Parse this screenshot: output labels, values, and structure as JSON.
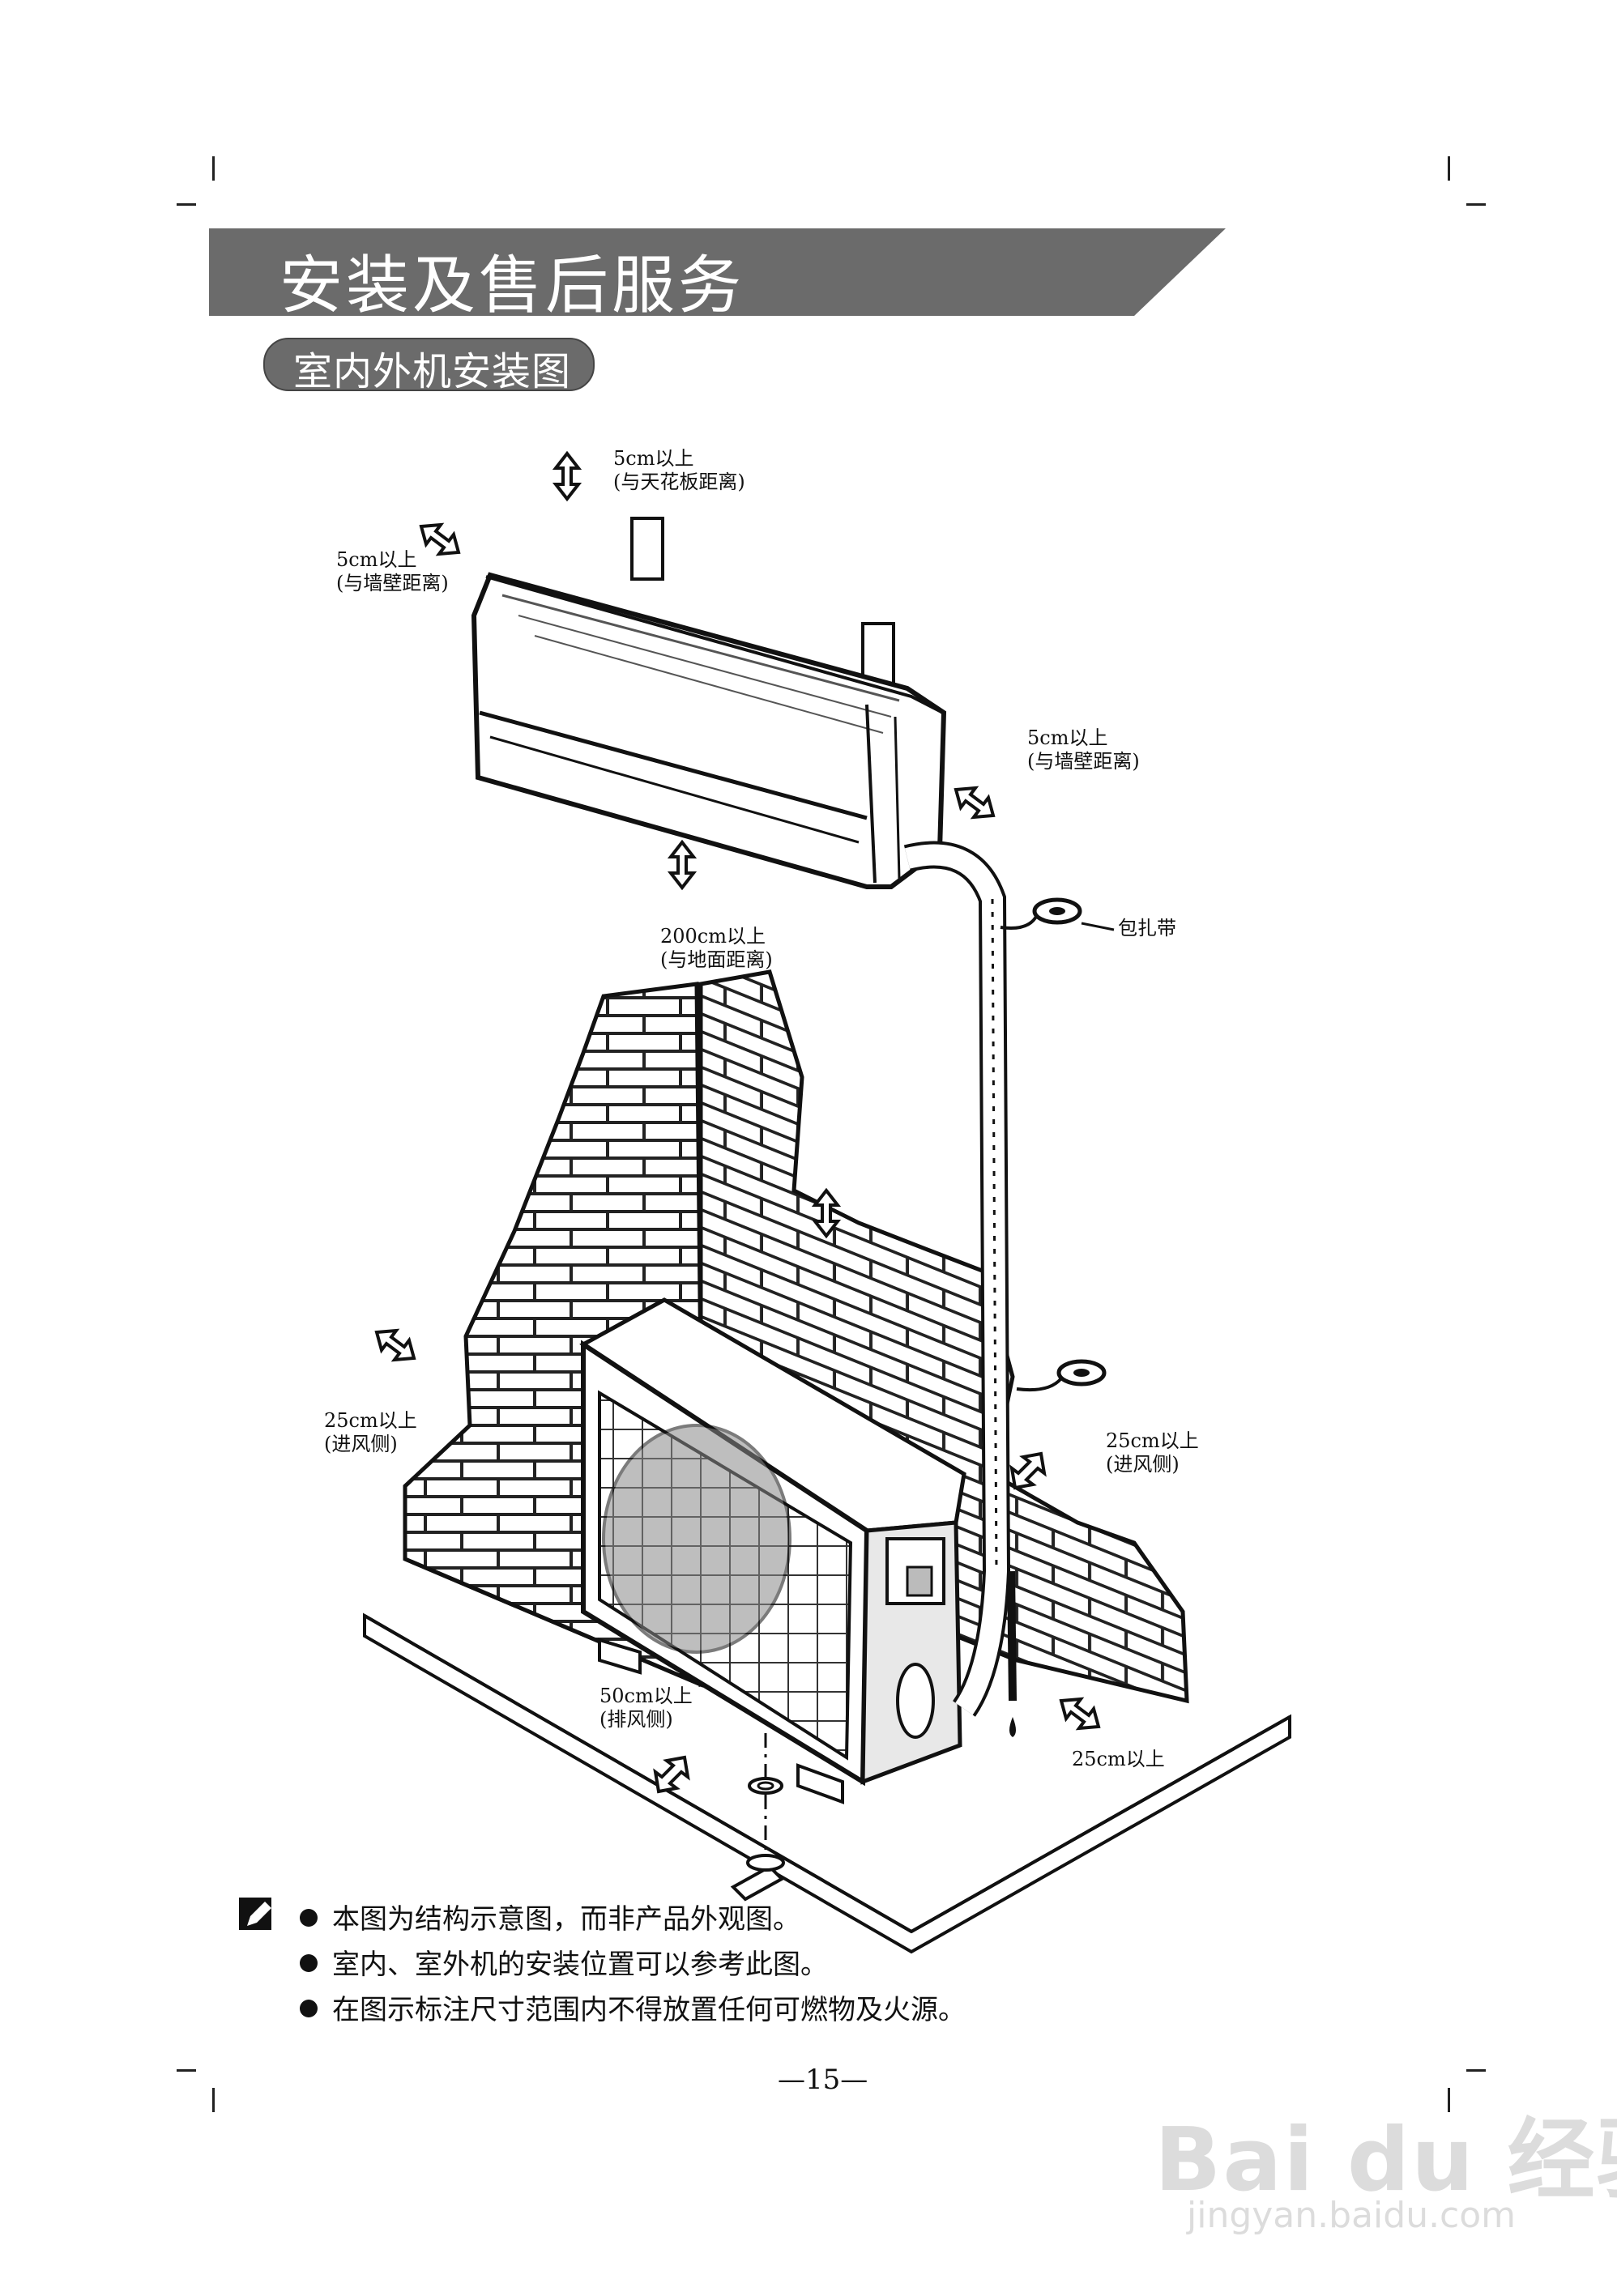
{
  "header": {
    "title": "安装及售后服务",
    "subtitle": "室内外机安装图"
  },
  "diagram": {
    "ceiling": {
      "distance": "5cm以上",
      "note": "(与天花板距离)"
    },
    "wall_left": {
      "distance": "5cm以上",
      "note": "(与墙壁距离)"
    },
    "wall_right": {
      "distance": "5cm以上",
      "note": "(与墙壁距离)"
    },
    "ground": {
      "distance": "200cm以上",
      "note": "(与地面距离)"
    },
    "wrap_tape": "包扎带",
    "intake_left": {
      "distance": "25cm以上",
      "note": "(进风侧)"
    },
    "intake_right": {
      "distance": "25cm以上",
      "note": "(进风侧)"
    },
    "exhaust": {
      "distance": "50cm以上",
      "note": "(排风侧)"
    },
    "side_clearance": "25cm以上"
  },
  "notes": [
    "本图为结构示意图，而非产品外观图。",
    "室内、室外机的安装位置可以参考此图。",
    "在图示标注尺寸范围内不得放置任何可燃物及火源。"
  ],
  "page_number": "—15—",
  "watermark": {
    "brand": "Bai du 经验",
    "url": "jingyan.baidu.com"
  },
  "colors": {
    "header_band": "#6b6b6b",
    "text": "#1a1a1a",
    "watermark": "#dcdcdc"
  }
}
